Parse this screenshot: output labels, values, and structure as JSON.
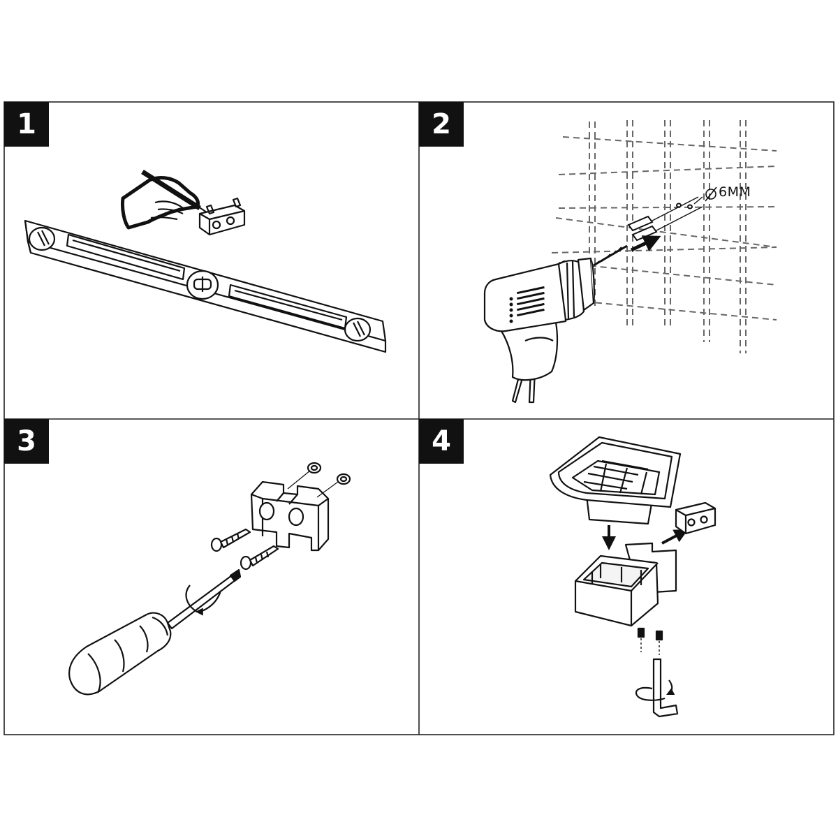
{
  "steps": [
    {
      "number": "1"
    },
    {
      "number": "2",
      "drill_size_label": "6MM"
    },
    {
      "number": "3"
    },
    {
      "number": "4"
    }
  ]
}
